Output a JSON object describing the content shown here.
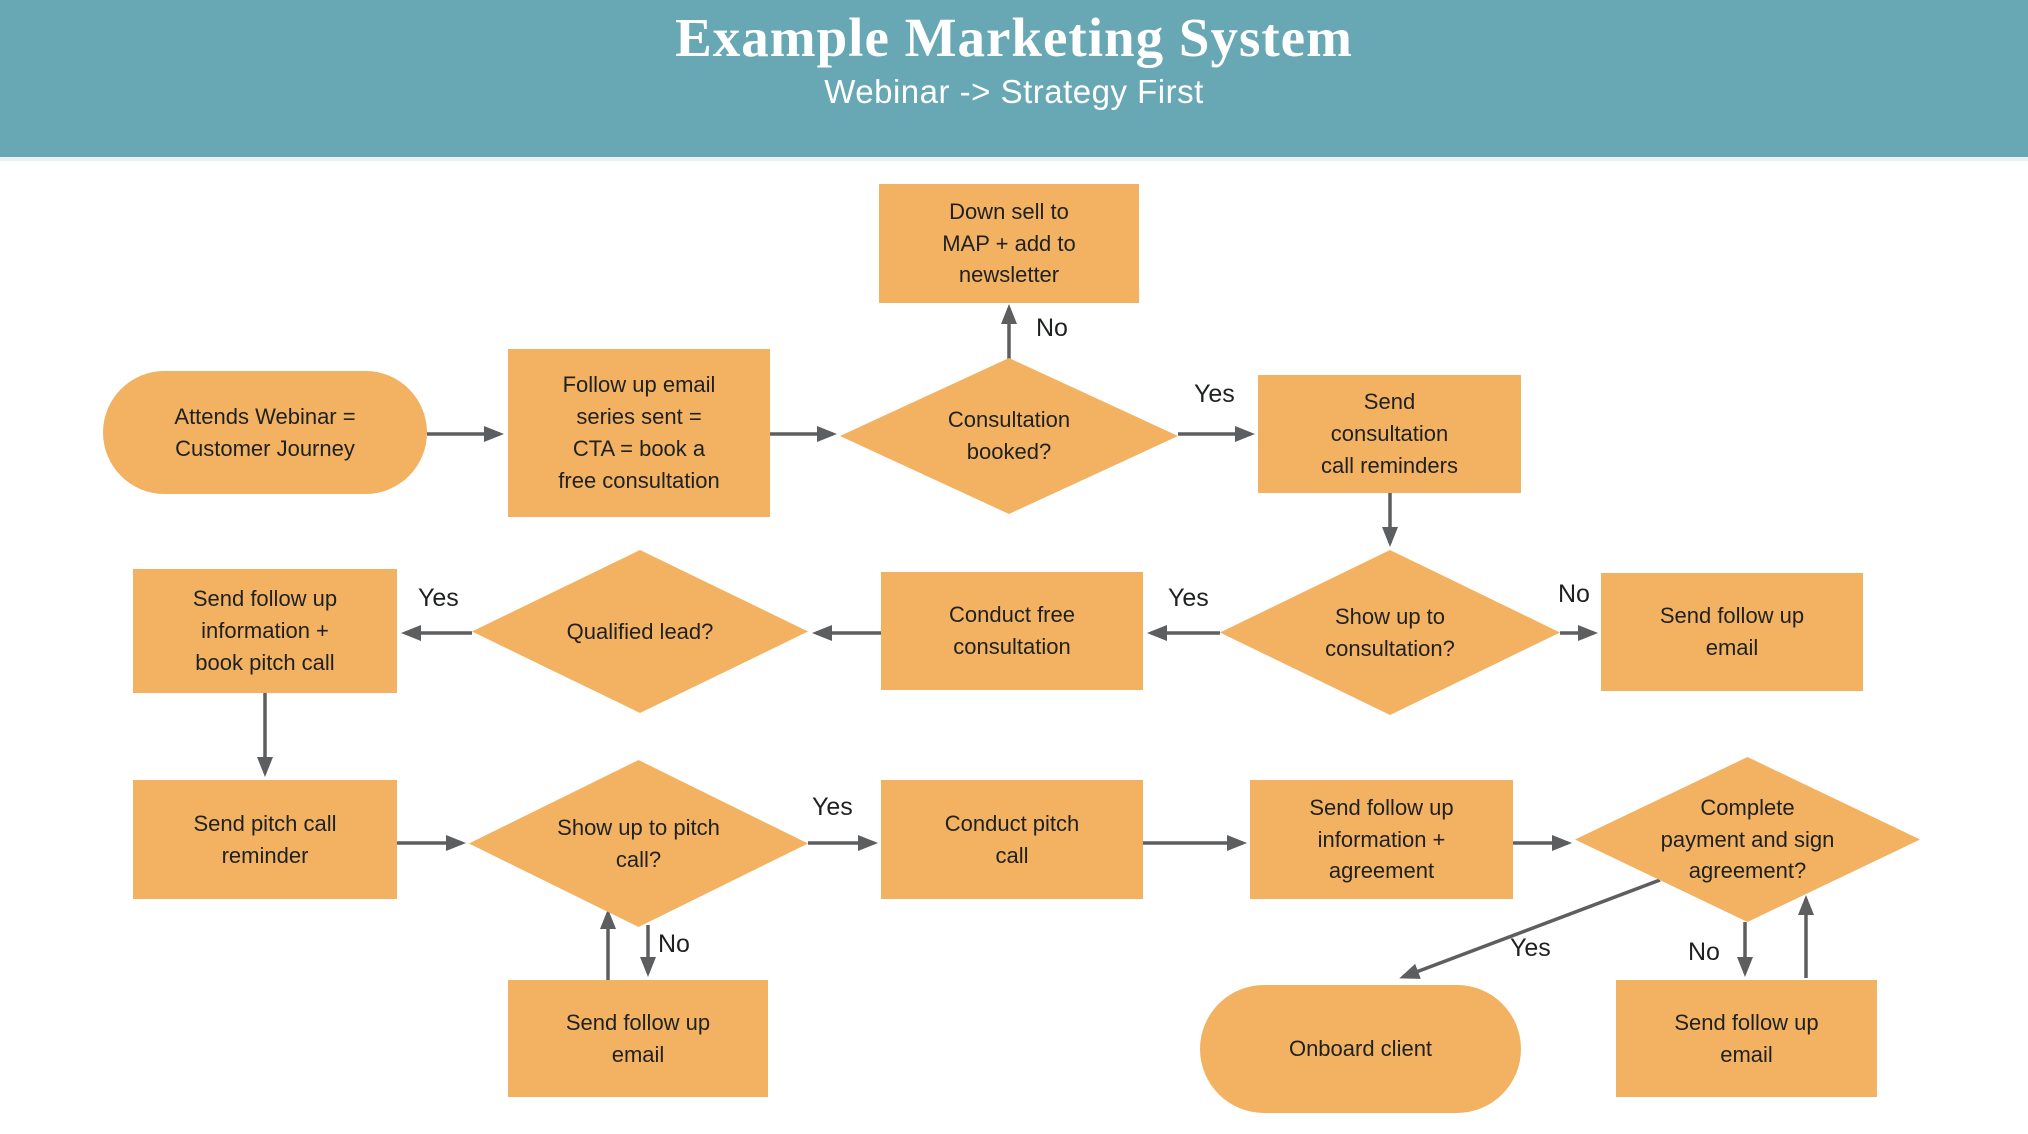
{
  "header": {
    "title": "Example Marketing System",
    "subtitle": "Webinar -> Strategy First"
  },
  "colors": {
    "header_bg": "#68A8B5",
    "header_underline": "#E7F3F5",
    "header_text": "#FFFFFF",
    "node_fill": "#F2B262",
    "node_text": "#1F2121",
    "arrow": "#5D5E60",
    "canvas_bg": "#FFFFFF"
  },
  "nodes": {
    "attends_webinar": {
      "type": "terminator",
      "label": "Attends Webinar =\nCustomer Journey"
    },
    "follow_up_email_series": {
      "type": "process",
      "label": "Follow up email\nseries sent =\nCTA = book a\nfree consultation"
    },
    "consultation_booked": {
      "type": "decision",
      "label": "Consultation\nbooked?"
    },
    "down_sell": {
      "type": "process",
      "label": "Down sell to\nMAP + add to\nnewsletter"
    },
    "send_consultation_reminders": {
      "type": "process",
      "label": "Send\nconsultation\ncall reminders"
    },
    "show_up_consultation": {
      "type": "decision",
      "label": "Show up to\nconsultation?"
    },
    "send_follow_up_email_1": {
      "type": "process",
      "label": "Send follow up\nemail"
    },
    "conduct_free_consultation": {
      "type": "process",
      "label": "Conduct free\nconsultation"
    },
    "qualified_lead": {
      "type": "decision",
      "label": "Qualified lead?"
    },
    "send_follow_up_info_book_pitch": {
      "type": "process",
      "label": "Send follow up\ninformation +\nbook pitch call"
    },
    "send_pitch_call_reminder": {
      "type": "process",
      "label": "Send pitch call\nreminder"
    },
    "show_up_pitch_call": {
      "type": "decision",
      "label": "Show up to pitch\ncall?"
    },
    "send_follow_up_email_2": {
      "type": "process",
      "label": "Send follow up\nemail"
    },
    "conduct_pitch_call": {
      "type": "process",
      "label": "Conduct pitch\ncall"
    },
    "send_follow_up_info_agreement": {
      "type": "process",
      "label": "Send follow up\ninformation +\nagreement"
    },
    "complete_payment": {
      "type": "decision",
      "label": "Complete\npayment and sign\nagreement?"
    },
    "onboard_client": {
      "type": "terminator",
      "label": "Onboard client"
    },
    "send_follow_up_email_3": {
      "type": "process",
      "label": "Send follow up\nemail"
    }
  },
  "edge_labels": {
    "no_consultation_booked": "No",
    "yes_consultation_booked": "Yes",
    "yes_show_up_consultation": "Yes",
    "no_show_up_consultation": "No",
    "yes_qualified_lead": "Yes",
    "yes_show_up_pitch_call": "Yes",
    "no_show_up_pitch_call": "No",
    "yes_complete_payment": "Yes",
    "no_complete_payment": "No"
  }
}
